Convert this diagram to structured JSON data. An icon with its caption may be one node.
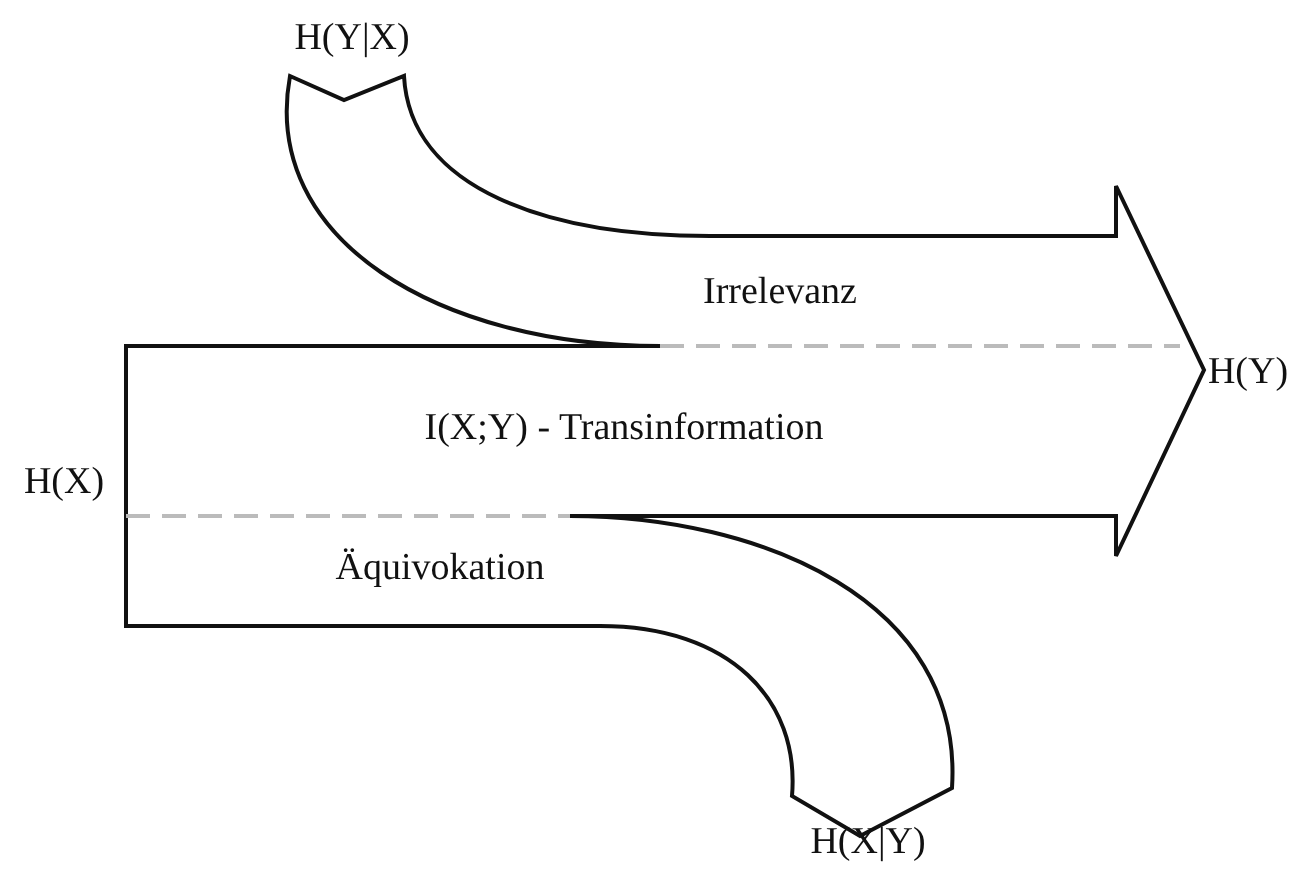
{
  "diagram": {
    "labels": [
      "H(Y|X)",
      "Irrelevanz",
      "H(Y)",
      "I(X;Y) - Transinformation",
      "H(X)",
      "Äquivokation",
      "H(X|Y)"
    ]
  }
}
